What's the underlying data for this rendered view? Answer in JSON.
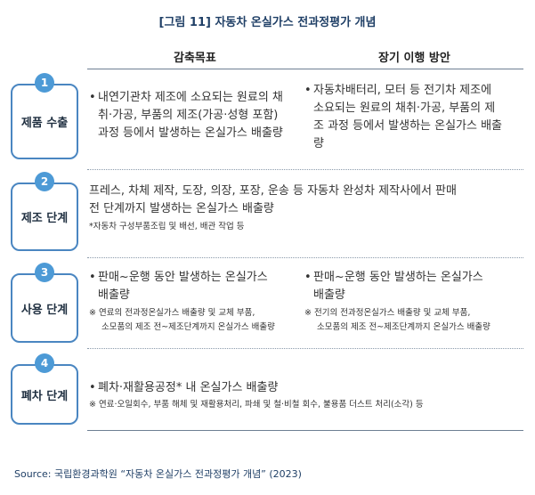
{
  "title": "[그림 11] 자동차 온실가스 전과정평가 개념",
  "columns": {
    "left": "감축목표",
    "right": "장기 이행 방안"
  },
  "stages": [
    {
      "num": "1",
      "label": "제품 수출"
    },
    {
      "num": "2",
      "label": "제조 단계"
    },
    {
      "num": "3",
      "label": "사용 단계"
    },
    {
      "num": "4",
      "label": "폐차 단계"
    }
  ],
  "rows": {
    "export": {
      "left_lines": [
        "내연기관차 제조에 소요되는 원료의 채",
        "취·가공, 부품의 제조(가공·성형 포함)",
        "과정 등에서 발생하는 온실가스 배출량"
      ],
      "right_lines": [
        "자동차배터리, 모터 등 전기차 제조에",
        "소요되는 원료의 채취·가공, 부품의 제",
        "조 과정 등에서 발생하는 온실가스 배출",
        "량"
      ]
    },
    "manufacturing": {
      "lines": [
        "프레스, 차체 제작, 도장, 의장, 포장, 운송 등 자동차 완성차 제작사에서 판매",
        "전 단계까지 발생하는 온실가스 배출량"
      ],
      "note": "*자동차 구성부품조립 및 배선, 배관 작업 등"
    },
    "use": {
      "left_lines": [
        "판매~운행 동안 발생하는 온실가스",
        "배출량"
      ],
      "left_note_1": "※ 연료의 전과정온실가스 배출량 및 교체 부품,",
      "left_note_2": "소모품의 제조 전~제조단계까지 온실가스 배출량",
      "right_lines": [
        "판매~운행 동안 발생하는 온실가스",
        "배출량"
      ],
      "right_note_1": "※ 전기의 전과정온실가스 배출량 및 교체 부품,",
      "right_note_2": "소모품의 제조 전~제조단계까지 온실가스 배출량"
    },
    "scrap": {
      "line": "폐차·재활용공정* 내 온실가스 배출량",
      "note": "※ 연료·오일회수, 부품 해체 및 재활용처리, 파쇄 및 철·비철 회수,  불용품 더스트 처리(소각) 등"
    }
  },
  "source": "Source: 국립환경과학원 “자동차 온실가스 전과정평가 개념” (2023)"
}
